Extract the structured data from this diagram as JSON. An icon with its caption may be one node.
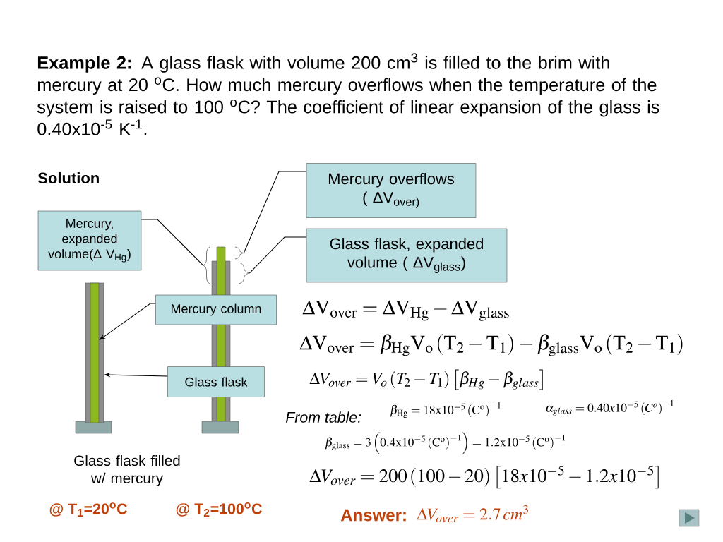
{
  "diagram": {
    "nodes": [
      {
        "text": [
          "Mercury, expanded volume(Δ V$_{Hg}$)"
        ]
      },
      {
        "text": [
          "Mercury overflows ( ΔV$_{over)}$"
        ]
      },
      {
        "text": [
          "Glass flask, expanded volume ( ΔV$_{glass}$)"
        ]
      },
      {
        "text": [
          "Mercury column"
        ]
      },
      {
        "text": [
          "Glass flask"
        ]
      },
      {
        "text": [],
        "shape": "bar"
      },
      {
        "text": [],
        "shape": "bar",
        "in": 5
      },
      {
        "text": [],
        "shape": "brace"
      },
      {
        "text": [],
        "shape": "brace"
      },
      {
        "text": [],
        "shape": "brace"
      }
    ],
    "edges": [
      {
        "from": 0,
        "to": 7,
        "arrow": "none"
      },
      {
        "from": 1,
        "to": 8,
        "arrow": "none"
      },
      {
        "from": 2,
        "to": 9,
        "arrow": "none"
      },
      {
        "from": 3,
        "to": 6,
        "arrow": "to"
      },
      {
        "from": 4,
        "to": 5,
        "arrow": "to"
      }
    ],
    "labels": [
      "**Example 2:** A glass flask with volume 200 cm$^{3}$ is filled to the brim with mercury at 20 $^{o}$C. How much mercury overflows when the temperature of the system is raised to 100 $^{o}$C? The coefficient of linear expansion of the glass is 0.40x10$^{-5}$ K$^{-1}$.",
      "Solution",
      "\\Delta \\mathrm{V}_{\\mathrm{over}} = \\Delta \\mathrm{V}_{\\mathrm{Hg}} - \\Delta \\mathrm{V}_{\\mathrm{glass}}",
      "\\Delta \\mathrm{V}_{\\mathrm{over}} = \\beta_{\\mathrm{Hg}} \\mathrm{V}_{\\mathrm{o}} \\left(\\mathrm{T}_{2} - \\mathrm{T}_{1}\\right) - \\beta_{\\mathrm{glass}} \\mathrm{V}_{\\mathrm{o}} \\left(\\mathrm{T}_{2} - \\mathrm{T}_{1}\\right)",
      "\\Delta V_{over} = V_{o} \\left(T_{2} - T_{1}\\right) \\left[\\beta_{Hg} - \\beta_{glass}\\right]",
      "From table:",
      "\\beta_{\\mathrm{Hg}} = 18\\mathrm{x}10^{-5} \\left(\\mathrm{C}^{\\mathrm{o}}\\right)^{-1}",
      "\\alpha_{glass} = 0.40x10^{-5} \\left(C^{o}\\right)^{-1}",
      "\\beta_{\\mathrm{glass}} = 3\\left(0.4\\mathrm{x}10^{-5} \\left(\\mathrm{C}^{\\mathrm{o}}\\right)^{-1}\\right) = 1.2\\mathrm{x}10^{-5} \\left(\\mathrm{C}^{\\mathrm{o}}\\right)^{-1}",
      "\\Delta V_{over} = 200\\left(100 - 20\\right)\\left[18x10^{-5} - 1.2x10^{-5}\\right]",
      "Glass flask filled w/ mercury",
      "@ T$_{1}$=20$^{o}$C",
      "@ T$_{2}$=100$^{o}$C",
      "Answer:",
      "\\boldsymbol{\\Delta V_{over} = 2.7\\, cm^{3}}"
    ]
  }
}
